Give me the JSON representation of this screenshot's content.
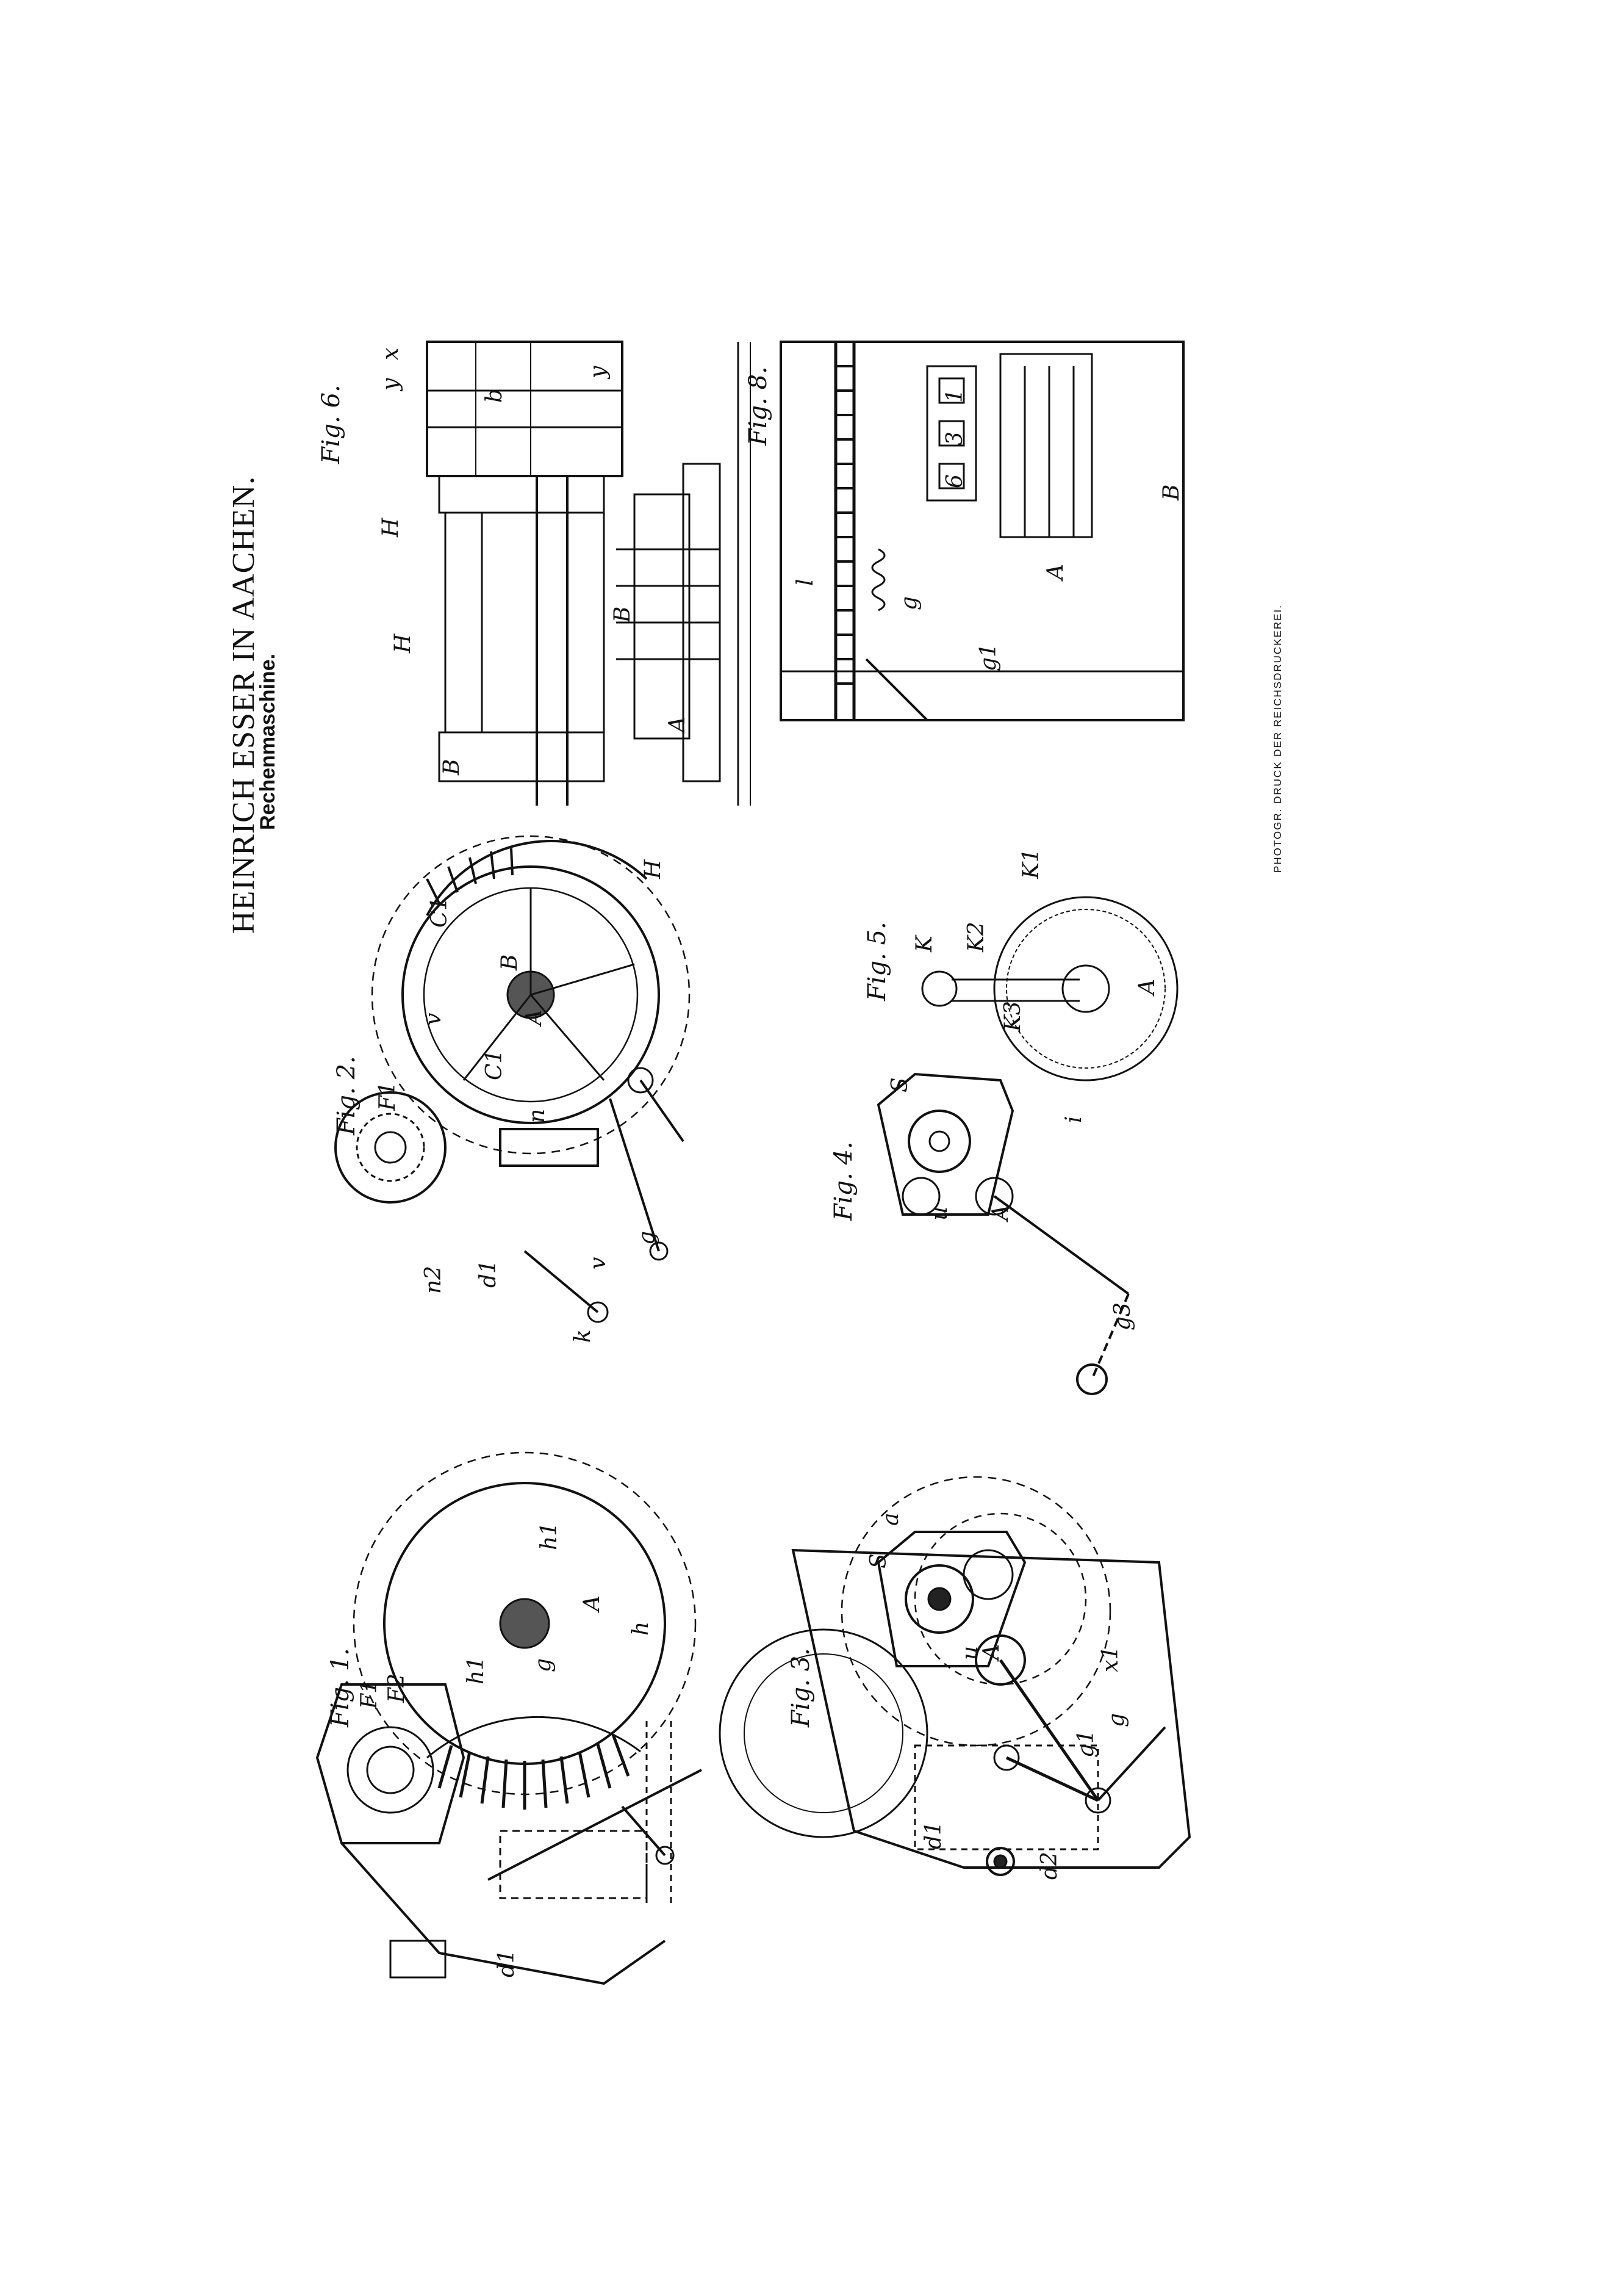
{
  "header": {
    "title": "HEINRICH ESSER IN AACHEN.",
    "subtitle": "Rechenmaschine."
  },
  "imprint": "PHOTOGR. DRUCK DER REICHSDRUCKEREI.",
  "figures": {
    "fig1": {
      "label": "Fig. 1.",
      "refs": [
        "F1",
        "F2",
        "h1",
        "h1",
        "h",
        "A",
        "g",
        "d1"
      ]
    },
    "fig2": {
      "label": "Fig. 2.",
      "refs": [
        "F1",
        "C1",
        "B",
        "A",
        "H",
        "C1",
        "v",
        "n",
        "d1",
        "n2",
        "k",
        "v",
        "g"
      ]
    },
    "fig3": {
      "label": "Fig. 3.",
      "refs": [
        "S",
        "a",
        "u",
        "A",
        "x1",
        "g",
        "g1",
        "d1",
        "d2"
      ]
    },
    "fig4": {
      "label": "Fig. 4.",
      "refs": [
        "S",
        "u",
        "A",
        "i",
        "g3"
      ]
    },
    "fig5": {
      "label": "Fig. 5.",
      "refs": [
        "K",
        "K2",
        "K1",
        "K3",
        "A"
      ]
    },
    "fig6": {
      "label": "Fig. 6.",
      "refs": [
        "H",
        "H",
        "B",
        "B",
        "A",
        "b",
        "y",
        "x",
        "y"
      ]
    },
    "fig8": {
      "label": "Fig. 8.",
      "refs": [
        "l",
        "g",
        "g1",
        "A",
        "B",
        "1",
        "3",
        "6"
      ]
    }
  }
}
